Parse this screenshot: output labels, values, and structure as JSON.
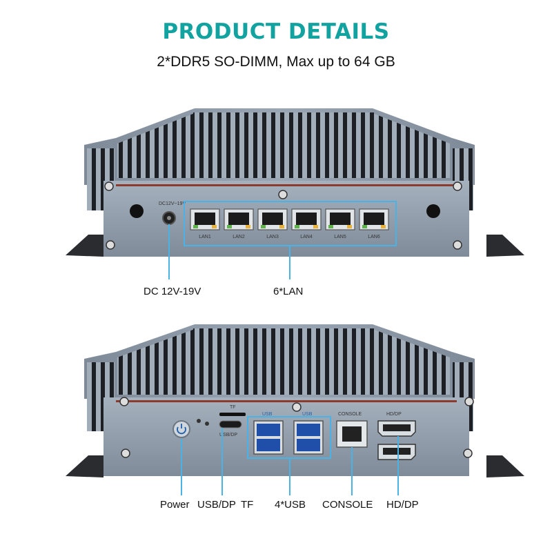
{
  "header": {
    "title": "PRODUCT DETAILS",
    "subtitle": "2*DDR5 SO-DIMM, Max up to 64 GB"
  },
  "front_panel": {
    "dc_print": "DC12V~19V",
    "lan_ports": [
      "LAN1",
      "LAN2",
      "LAN3",
      "LAN4",
      "LAN5",
      "LAN6"
    ],
    "callouts": {
      "dc": "DC 12V-19V",
      "lan": "6*LAN"
    }
  },
  "rear_panel": {
    "port_prints": {
      "tf": "TF",
      "usbdp": "USB/DP",
      "usb1": "USB",
      "usb2": "USB",
      "console": "CONSOLE",
      "hddp": "HD/DP"
    },
    "callouts": {
      "power": "Power",
      "usbdp": "USB/DP",
      "tf": "TF",
      "usb": "4*USB",
      "console": "CONSOLE",
      "hddp": "HD/DP"
    }
  },
  "colors": {
    "accent": "#12a3a0",
    "callout_line": "#4ab3e6",
    "chassis": "#8e9aa8",
    "stripe": "#8b3a2e"
  }
}
